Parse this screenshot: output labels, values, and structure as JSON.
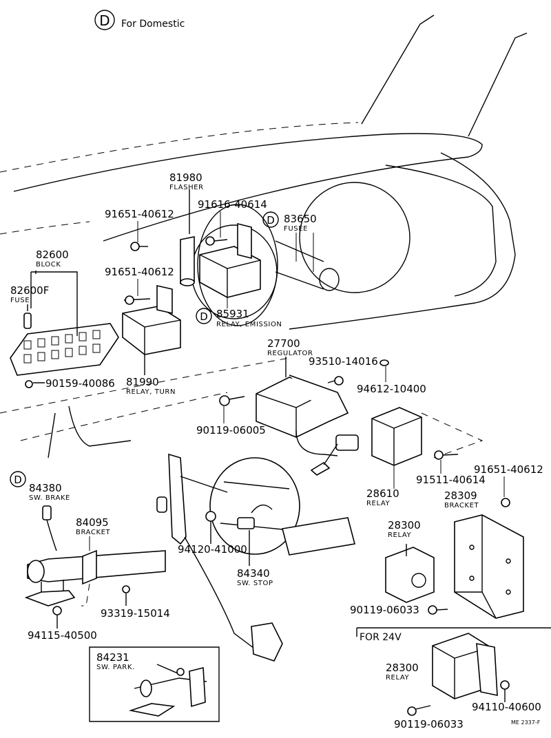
{
  "header": {
    "badge_letter": "D",
    "title": "For Domestic"
  },
  "parts": [
    {
      "id": "p81980",
      "number": "81980",
      "name": "FLASHER"
    },
    {
      "id": "p91651a",
      "number": "91651-40612",
      "name": ""
    },
    {
      "id": "p91616",
      "number": "91616-40614",
      "name": ""
    },
    {
      "id": "p83650",
      "number": "83650",
      "name": "FUSEE",
      "badge": "D"
    },
    {
      "id": "p82600",
      "number": "82600",
      "name": "BLOCK"
    },
    {
      "id": "p91651b",
      "number": "91651-40612",
      "name": ""
    },
    {
      "id": "p82600f",
      "number": "82600F",
      "name": "FUSE"
    },
    {
      "id": "p85931",
      "number": "85931",
      "name": "RELAY, EMISSION",
      "badge": "D"
    },
    {
      "id": "p27700",
      "number": "27700",
      "name": "REGULATOR"
    },
    {
      "id": "p93510",
      "number": "93510-14016",
      "name": ""
    },
    {
      "id": "p90159",
      "number": "90159-40086",
      "name": ""
    },
    {
      "id": "p94612",
      "number": "94612-10400",
      "name": ""
    },
    {
      "id": "p81990",
      "number": "81990",
      "name": "RELAY, TURN"
    },
    {
      "id": "p90119a",
      "number": "90119-06005",
      "name": ""
    },
    {
      "id": "p84380",
      "number": "84380",
      "name": "SW. BRAKE",
      "badge": "D"
    },
    {
      "id": "p91511",
      "number": "91511-40614",
      "name": ""
    },
    {
      "id": "p91651c",
      "number": "91651-40612",
      "name": ""
    },
    {
      "id": "p28610",
      "number": "28610",
      "name": "RELAY"
    },
    {
      "id": "p28309",
      "number": "28309",
      "name": "BRACKET"
    },
    {
      "id": "p84095",
      "number": "84095",
      "name": "BRACKET"
    },
    {
      "id": "p28300a",
      "number": "28300",
      "name": "RELAY"
    },
    {
      "id": "p94120",
      "number": "94120-41000",
      "name": ""
    },
    {
      "id": "p84340",
      "number": "84340",
      "name": "SW. STOP"
    },
    {
      "id": "p93319",
      "number": "93319-15014",
      "name": ""
    },
    {
      "id": "p90119b",
      "number": "90119-06033",
      "name": ""
    },
    {
      "id": "p94115",
      "number": "94115-40500",
      "name": ""
    },
    {
      "id": "p84231",
      "number": "84231",
      "name": "SW. PARK."
    },
    {
      "id": "p28300b",
      "number": "28300",
      "name": "RELAY"
    },
    {
      "id": "p94110",
      "number": "94110-40600",
      "name": ""
    },
    {
      "id": "p90119c",
      "number": "90119-06033",
      "name": ""
    }
  ],
  "inset": {
    "title": "FOR 24V"
  },
  "footer": {
    "code": "ME  2337-F"
  }
}
